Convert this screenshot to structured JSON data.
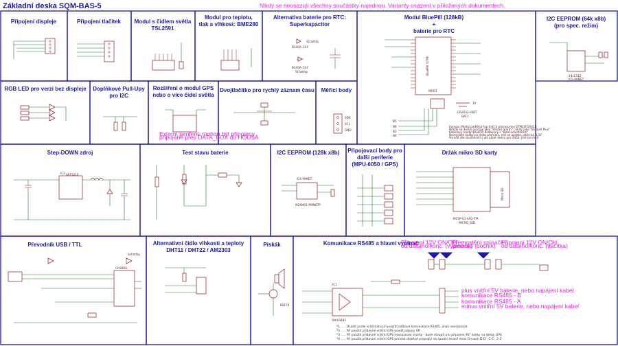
{
  "header": {
    "title": "Základní deska SQM-BAS-5",
    "notice": "Nikdy se neosazují všechny součástky najednou.  Varianty osazení v přiložených dokumentech."
  },
  "sections": {
    "displej": "Připojení displeje",
    "tlacitka": "Připojení tlačítek",
    "tsl_l1": "Modul s čidlem světla",
    "tsl_l2": "TSL2591",
    "bme_l1": "Modul pro teplotu,",
    "bme_l2": "tlak a vlhkost: BME280",
    "rtc_l1": "Alternativa baterie pro RTC:",
    "rtc_l2": "Superkapacitor",
    "bp_l1": "Modul BluePill (128kB)",
    "bp_l2": "+",
    "bp_l3": "baterie pro RTC",
    "eep64_l1": "I2C EEPROM (64k x8b)",
    "eep64_l2": "(pro spec. režim)",
    "rgb": "RGB LED pro verzi bez displeje",
    "pullup_l1": "Doplňkové Pull-Upy",
    "pullup_l2": "pro I2C",
    "gps_l1": "Rozšíření o modul GPS",
    "gps_l2": "nebo o více čidel světla",
    "dvojtl": "Dvojtlačítko pro rychlý záznam času",
    "mer": "Měřicí body",
    "stepdown": "Step-DOWN zdroj",
    "test": "Test stavu baterie",
    "eep128": "I2C EEPROM (128k x8b)",
    "perif_l1": "Připojovací body pro",
    "perif_l2": "další periferie",
    "perif_l3": "(MPU-6050 / GPS)",
    "sd": "Držák mikro SD karty",
    "usb": "Převodník USB / TTL",
    "dht_l1": "Alternativní čidlo vlhkosti a teploty",
    "dht_l2": "DHT11 / DHT22 / AM2303",
    "pisk": "Piskák",
    "rs485": "Komunikace RS485 a hlavní vypínač"
  },
  "labels": {
    "gps_note_l1": "Externí periferie mohou být připojeny",
    "gps_note_l2": "připojené přes DATA_BOX do HOUSA",
    "schottky": "Schottky",
    "diode_ref": "B340A-13-F",
    "bp_module": "BluePill (STM)",
    "bp_mod": "MOD1",
    "bat_3v": "3V",
    "bat_ref": "CR2032-VERT",
    "bat_name": "BAT1",
    "b5": "B5",
    "b6": "B6",
    "b3": "B3",
    "b4": "B4",
    "ic_eep64": "24LC512",
    "ic_eep64_pkg": "IC5-PAMET",
    "ic_step": "AP1501E",
    "ic_step_ref": "IC3",
    "ic_eep128": "IC4-PAMET",
    "ic_eep128_ref": "M24M01-RMN6TP",
    "sd_label": "Micro SD",
    "sd_ref": "MCSP-01-ASG-T/R",
    "sd_sub": "MICRO_SD1",
    "usb_ic": "CH340G",
    "rs485_ic": "MAX3485",
    "rs485_ref": "IC1",
    "buzzer": "BS170",
    "mer_sda": "SDA",
    "mer_scl": "SCL",
    "mer_gnd": "GND",
    "rs_c12_l1": "Připojení 12V ON/OH",
    "rs_c12_l2": "od dalšího/konc. (vypínače)",
    "rs_mid_l1": "Přemostění spínače",
    "rs_mid_l2": "(bočník) (bočník)",
    "rs_r12_l1": "Připojení 12V ON/OH",
    "rs_r12_l2": "od dalšího/konc. (tlačítka)",
    "rs_note1": "plus vnitřní 5V baterie, nebo napájení kabel",
    "rs_note2": "komunikace RS485 - B",
    "rs_note3": "komunikace RS485 - A",
    "rs_note4": "mínus vnitřní 5V baterie, nebo napájení kabel",
    "foot1": "*1 ..... Osadit podle schématu při použití dálkové komunikace RS485, jinak neosazovat",
    "foot2": "*2 ..... Při použití přídavné vnitřní GPS osadit odpory 0R",
    "foot3": "*3 ..... Při použití přídavné vnitřní GPS neosazovat svorky - bude stoupit pro připojení 90° kolíky na desky GPS",
    "foot4": "*4 ..... Při použití přídavné vnitřní GPS prověst doletné propojky na spodní straně mezi činnosti D-D', C-C', 2-2'",
    "bp_note_l1": "Evropa: Modul podléhá typ tlačí k procesorovi STM32F103C8",
    "bp_note_l2": "Někdy se deska osazuje jako \"blunke alarm\", nikdy jako \"Bluepill Plus\"",
    "bp_note_l3": "Kabelový modul BluePill dodávaný s \"Boot-selectorem\"",
    "bp_note_l4": "Nemyslete kolíky po dobu přehrání, než se ujistíte, jaké má 3,3V",
    "bp_note_l5": "Poradit dle zkušeností s jak pájet desky pro 2050, jiné lze řešit"
  }
}
